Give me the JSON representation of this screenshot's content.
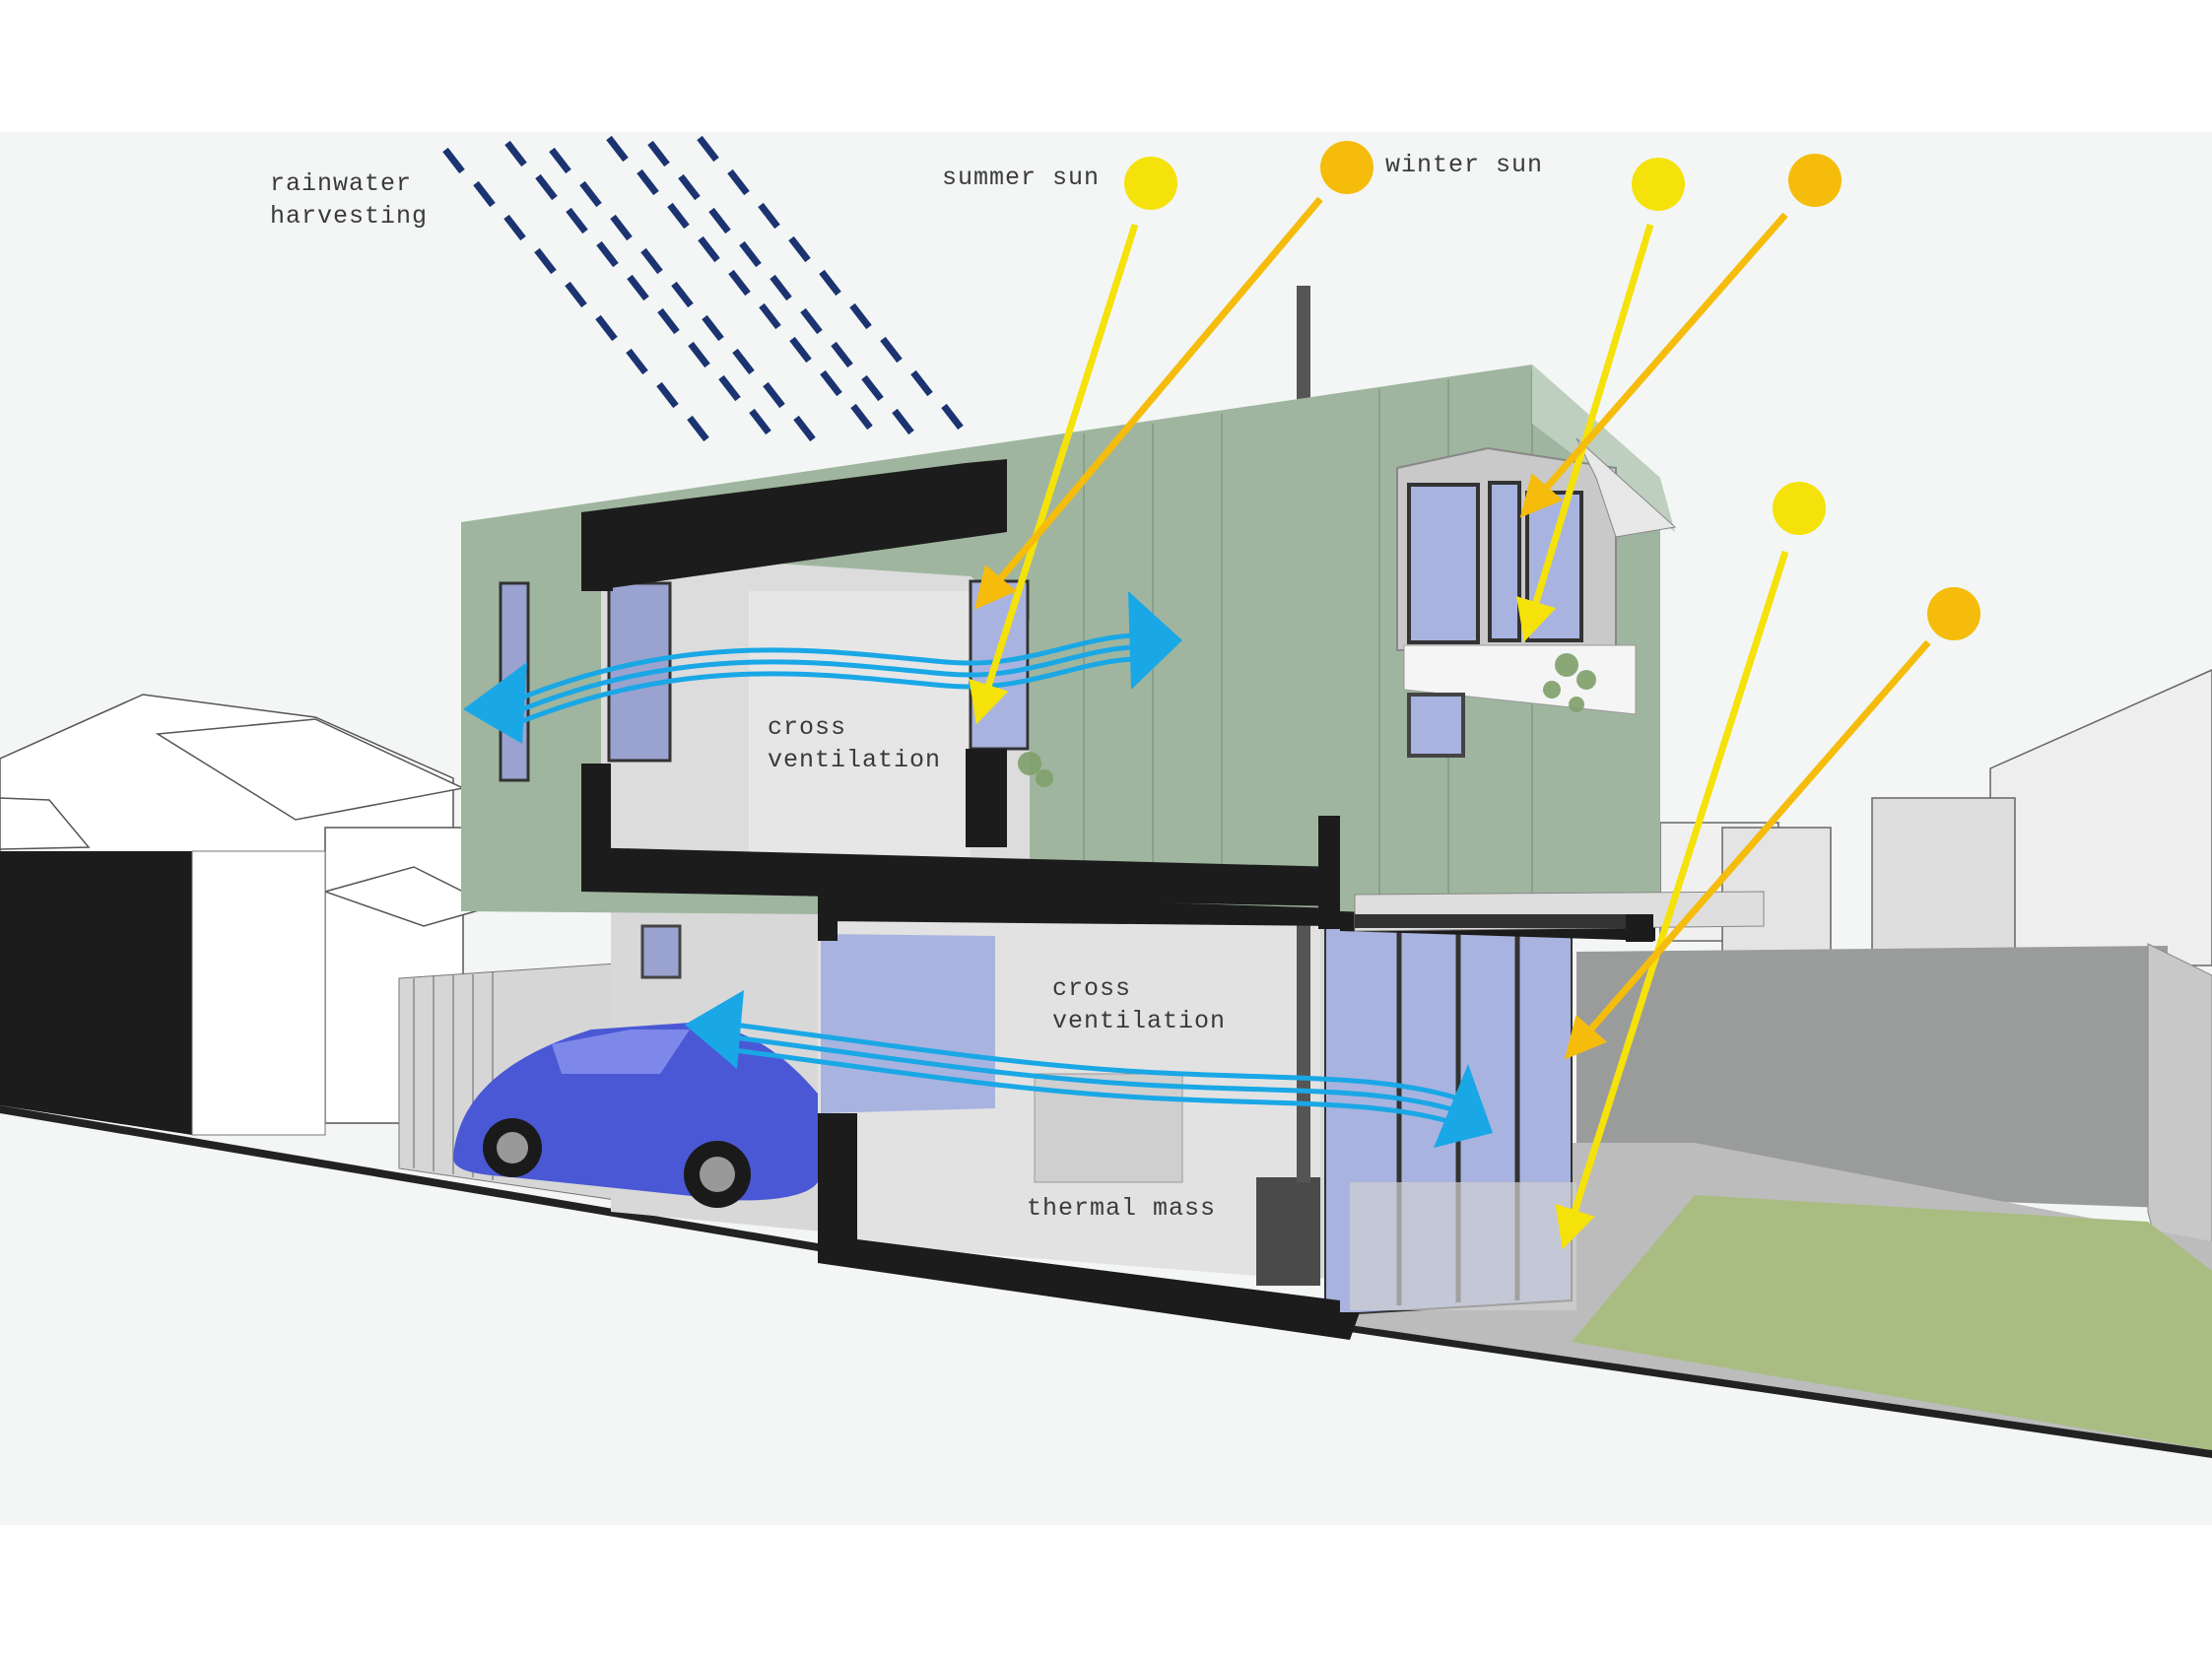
{
  "labels": {
    "rainwater": "rainwater\nharvesting",
    "summer_sun": "summer sun",
    "winter_sun": "winter sun",
    "cross_upper": "cross\nventilation",
    "cross_lower": "cross\nventilation",
    "thermal_mass": "thermal mass"
  },
  "colors": {
    "background": "#f3f6f5",
    "cladding": "#9fb59f",
    "structure": "#1e1e1e",
    "glazing": "#a9b3df",
    "airflow": "#1aa7e6",
    "summer_sun": "#f5e20a",
    "winter_sun": "#f5bc0c",
    "rain": "#1b3370",
    "car": "#4a58d6",
    "lawn": "#a9bc82"
  },
  "icons": [
    "summer-sun-icon",
    "winter-sun-icon",
    "rain-drops-icon",
    "airflow-arrow-icon",
    "car-icon"
  ]
}
